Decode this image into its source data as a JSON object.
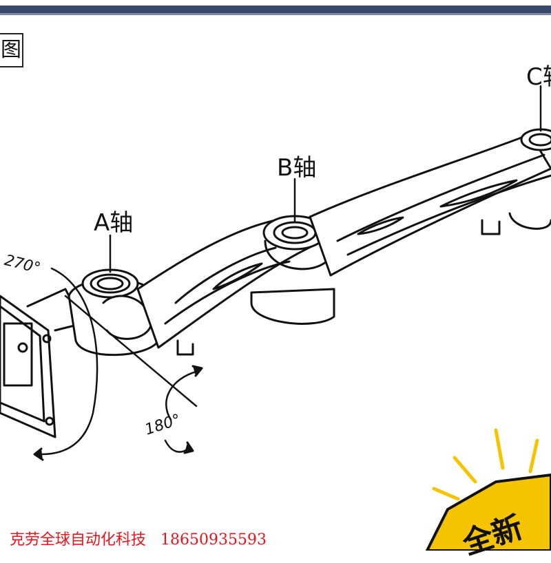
{
  "header": {
    "corner_text": "图"
  },
  "axes": {
    "a_label": "A轴",
    "b_label": "B轴",
    "c_label": "C轴"
  },
  "angles": {
    "tilt": "270°",
    "rotate": "180°"
  },
  "footer": {
    "company": "克劳全球自动化科技",
    "phone": "18650935593"
  },
  "badge": {
    "text": "全新"
  },
  "colors": {
    "stroke": "#111111",
    "header_bar": "#3b4a6b",
    "footer_text": "#e8141c",
    "badge": "#f5c400"
  }
}
